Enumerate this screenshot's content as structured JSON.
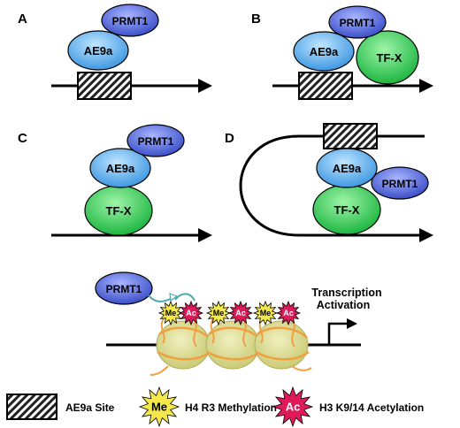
{
  "panels": {
    "a": {
      "letter": "A"
    },
    "b": {
      "letter": "B"
    },
    "c": {
      "letter": "C"
    },
    "d": {
      "letter": "D"
    }
  },
  "proteins": {
    "prmt1": "PRMT1",
    "ae9a": "AE9a",
    "tfx": "TF-X"
  },
  "bottom": {
    "me": "Me",
    "ac": "Ac",
    "transcription": "Transcription",
    "activation": "Activation"
  },
  "legend": {
    "ae9a_site": "AE9a Site",
    "me_icon": "Me",
    "h4_methylation": "H4 R3 Methylation",
    "ac_icon": "Ac",
    "h3_acetylation": "H3 K9/14 Acetylation"
  },
  "colors": {
    "prmt1": "#4a5fd0",
    "ae9a": "#4aa0e8",
    "tfx": "#22c84a",
    "nucleosome": "#d8d890",
    "histone_tail": "#f0a040",
    "methyl_star": "#f5e84a",
    "acetyl_star": "#e01a5a"
  }
}
